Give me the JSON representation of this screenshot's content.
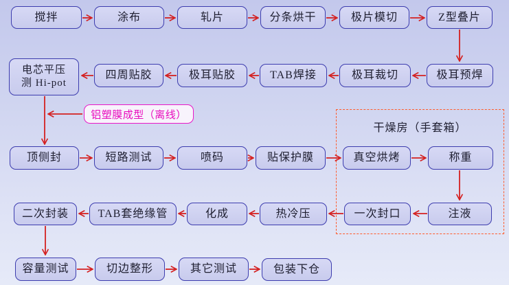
{
  "nodes": {
    "mixing": {
      "label": "搅拌"
    },
    "coating": {
      "label": "涂布"
    },
    "calendering": {
      "label": "轧片"
    },
    "slitting_drying": {
      "label": "分条烘干"
    },
    "die_cutting": {
      "label": "极片模切"
    },
    "z_stacking": {
      "label": "Z型叠片"
    },
    "tab_prewelding": {
      "label": "极耳预焊"
    },
    "tab_cutting": {
      "label": "极耳裁切"
    },
    "tab_welding": {
      "label": "TAB焊接"
    },
    "tab_taping": {
      "label": "极耳贴胶"
    },
    "side_taping": {
      "label": "四周贴胶"
    },
    "hipot": {
      "label": "电芯平压测 Hi-pot",
      "line1": "电芯平压",
      "line2": "测 Hi-pot"
    },
    "top_side_seal": {
      "label": "顶侧封"
    },
    "short_circuit_test": {
      "label": "短路测试"
    },
    "inkjet_coding": {
      "label": "喷码"
    },
    "protective_film": {
      "label": "贴保护膜"
    },
    "vacuum_baking": {
      "label": "真空烘烤"
    },
    "weighing": {
      "label": "称重"
    },
    "electrolyte_filling": {
      "label": "注液"
    },
    "first_sealing": {
      "label": "一次封口"
    },
    "hot_cold_press": {
      "label": "热冷压"
    },
    "formation": {
      "label": "化成"
    },
    "tab_sleeving": {
      "label": "TAB套绝缘管"
    },
    "second_sealing": {
      "label": "二次封装"
    },
    "capacity_test": {
      "label": "容量测试"
    },
    "edge_trimming": {
      "label": "切边整形"
    },
    "other_tests": {
      "label": "其它测试"
    },
    "packing": {
      "label": "包装下仓"
    }
  },
  "labels": {
    "offline": {
      "label": "铝塑膜成型（离线）"
    },
    "dry_room": {
      "label": "干燥房（手套箱）"
    }
  },
  "edges": [
    "搅拌→涂布",
    "涂布→轧片",
    "轧片→分条烘干",
    "分条烘干→极片模切",
    "极片模切→Z型叠片",
    "Z型叠片→极耳预焊",
    "极耳预焊→极耳裁切",
    "极耳裁切→TAB焊接",
    "TAB焊接→极耳贴胶",
    "极耳贴胶→四周贴胶",
    "四周贴胶→电芯平压测 Hi-pot",
    "电芯平压测 Hi-pot→顶侧封",
    "铝塑膜成型（离线）→顶侧封",
    "顶侧封→短路测试",
    "短路测试→喷码",
    "喷码→贴保护膜",
    "贴保护膜→真空烘烤",
    "真空烘烤→称重",
    "称重→注液",
    "注液→一次封口",
    "一次封口→热冷压",
    "热冷压→化成",
    "化成→TAB套绝缘管",
    "TAB套绝缘管→二次封装",
    "二次封装→容量测试",
    "容量测试→切边整形",
    "切边整形→其它测试",
    "其它测试→包装下仓"
  ],
  "colors": {
    "arrow_red": "#d42020",
    "box_border": "#3c3cae",
    "box_fill": "#cdd0ef",
    "magenta": "#e816c8",
    "dashed_orange": "#ff5a2a",
    "text_dark": "#1e1e30",
    "background_top": "#c3c8ec",
    "background_bottom": "#e6eaf8"
  }
}
